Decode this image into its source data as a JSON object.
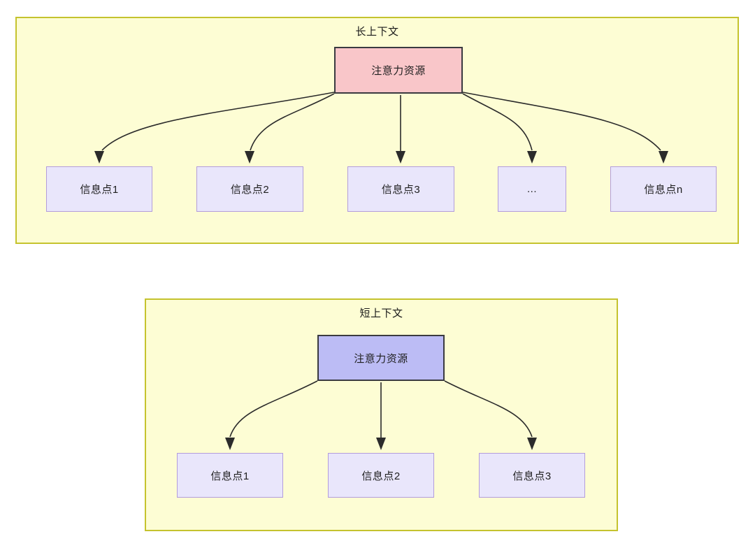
{
  "diagram": {
    "type": "hierarchy",
    "title": "",
    "groups": [
      {
        "id": "long-context",
        "label": "长上下文",
        "root": {
          "label": "注意力资源",
          "fill": "#f9c6c9",
          "stroke": "#3a3a40"
        },
        "children": [
          {
            "label": "信息点1"
          },
          {
            "label": "信息点2"
          },
          {
            "label": "信息点3"
          },
          {
            "label": "..."
          },
          {
            "label": "信息点n"
          }
        ],
        "child_fill": "#e9e6fb",
        "child_stroke": "#b39ddb",
        "container_fill": "#fdfdd4",
        "container_stroke": "#c5c32e"
      },
      {
        "id": "short-context",
        "label": "短上下文",
        "root": {
          "label": "注意力资源",
          "fill": "#bcbcf5",
          "stroke": "#3a3a40"
        },
        "children": [
          {
            "label": "信息点1"
          },
          {
            "label": "信息点2"
          },
          {
            "label": "信息点3"
          }
        ],
        "child_fill": "#e9e6fb",
        "child_stroke": "#b39ddb",
        "container_fill": "#fdfdd4",
        "container_stroke": "#c5c32e"
      }
    ],
    "edge_color": "#2b2b2b",
    "background": "#ffffff"
  }
}
